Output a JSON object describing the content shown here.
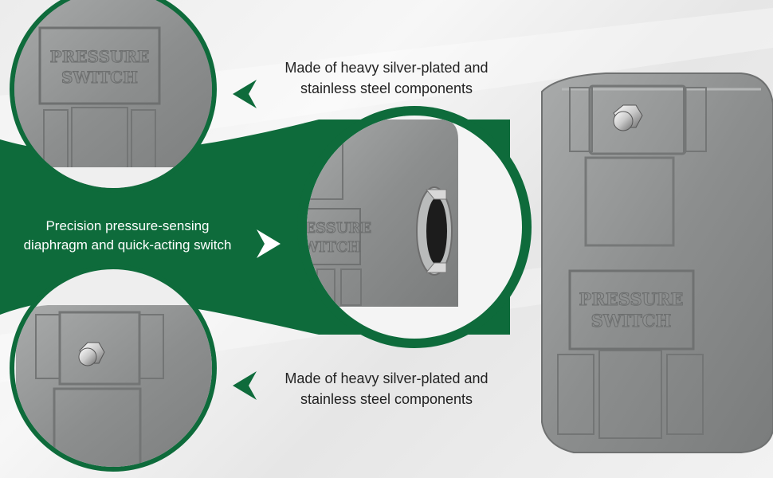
{
  "captions": {
    "top": {
      "line1": "Made of heavy silver-plated and",
      "line2": "stainless steel components"
    },
    "middle": {
      "line1": "Precision pressure-sensing",
      "line2": "diaphragm and quick-acting switch"
    },
    "bottom": {
      "line1": "Made of heavy silver-plated and",
      "line2": "stainless steel components"
    }
  },
  "product_label": {
    "line1": "PRESSURE",
    "line2": "SWITCH"
  },
  "colors": {
    "accent_green": "#0e6b3b",
    "housing_gray": "#8d8f8f",
    "background": "#f0f0f0"
  },
  "icons": {
    "arrow": "triangle-arrow-icon",
    "bolt": "hex-bolt-icon"
  }
}
